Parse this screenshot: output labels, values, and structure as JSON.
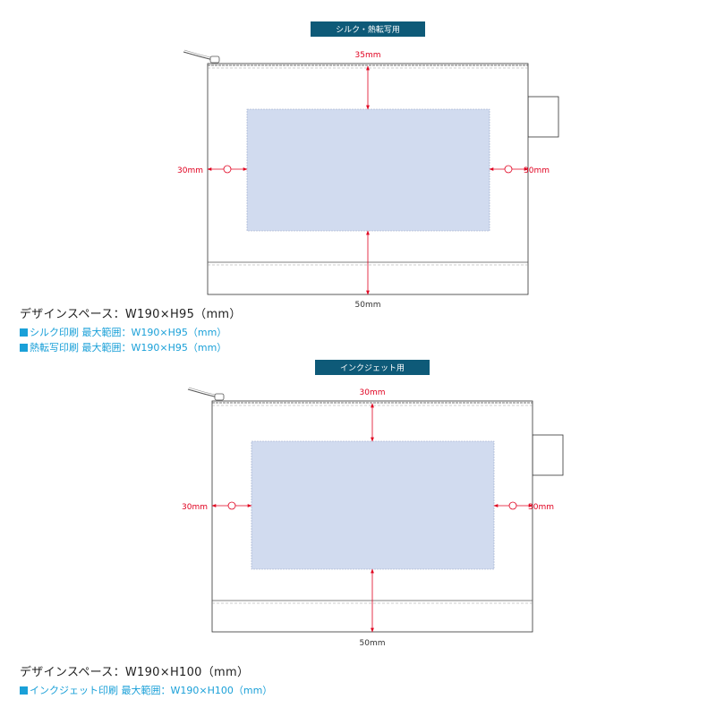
{
  "colors": {
    "banner": "#0e5a78",
    "dimension": "#e0001f",
    "print_area_fill": "#d1dbef",
    "print_area_stroke": "#9aa8c8",
    "info_line": "#1aa0d8",
    "outline": "#333333"
  },
  "top_diagram": {
    "banner": "シルク・熱転写用",
    "dim_top": "35mm",
    "dim_left": "30mm",
    "dim_right": "30mm",
    "dim_bottom": "50mm"
  },
  "bottom_diagram": {
    "banner": "インクジェット用",
    "dim_top": "30mm",
    "dim_left": "30mm",
    "dim_right": "30mm",
    "dim_bottom": "50mm"
  },
  "top_info": {
    "title": "デザインスペース：W190×H95（mm）",
    "lines": [
      "シルク印刷 最大範囲：W190×H95（mm）",
      "熱転写印刷 最大範囲：W190×H95（mm）"
    ]
  },
  "bottom_info": {
    "title": "デザインスペース：W190×H100（mm）",
    "lines": [
      "インクジェット印刷 最大範囲：W190×H100（mm）"
    ]
  }
}
